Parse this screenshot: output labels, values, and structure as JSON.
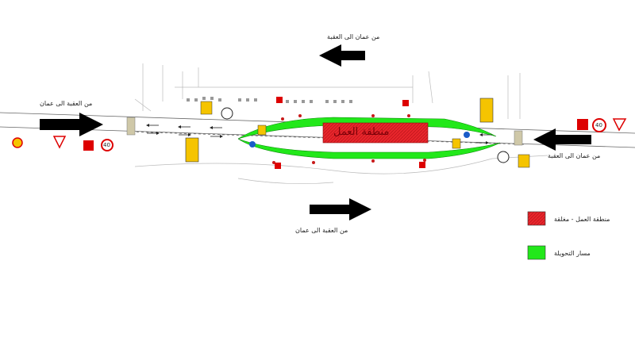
{
  "labels": {
    "top_direction": "من عمان الى العقبة",
    "left_direction": "من العقبة الى عمان",
    "right_direction": "من عمان الى العقبة",
    "bottom_direction": "من العقبة الى عمان",
    "work_zone": "منطقة العمل",
    "speed_sign": "40",
    "detour_sign_left": "تحويلة Detour",
    "detour_sign_right": "تحويلة Detour"
  },
  "legend": {
    "closed_area": "منطقة العمل - مغلقة",
    "detour_path": "مسار التحويلة"
  },
  "colors": {
    "closed_area": "#e8262c",
    "detour_path": "#22e81a",
    "arrow": "#000000",
    "sign_yellow": "#f5c400"
  }
}
